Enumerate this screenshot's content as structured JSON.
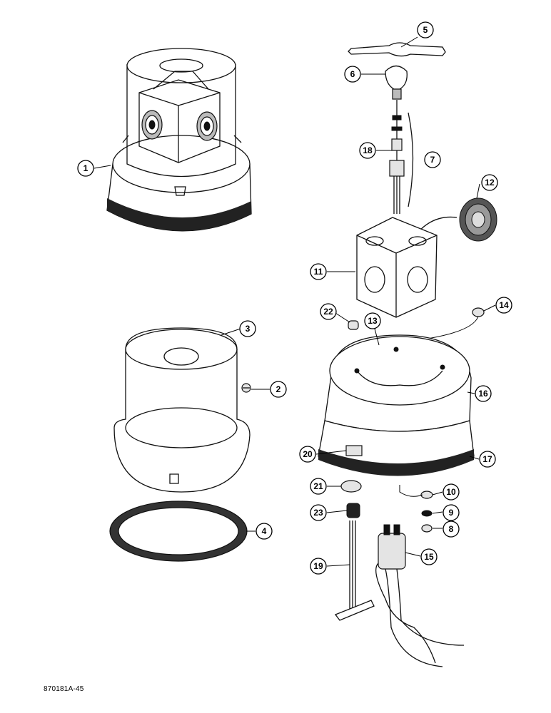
{
  "figure_code": "870181A-45",
  "callouts": [
    {
      "id": "c1",
      "label": "1"
    },
    {
      "id": "c2",
      "label": "2"
    },
    {
      "id": "c3",
      "label": "3"
    },
    {
      "id": "c4",
      "label": "4"
    },
    {
      "id": "c5",
      "label": "5"
    },
    {
      "id": "c6",
      "label": "6"
    },
    {
      "id": "c7",
      "label": "7"
    },
    {
      "id": "c8",
      "label": "8"
    },
    {
      "id": "c9",
      "label": "9"
    },
    {
      "id": "c10",
      "label": "10"
    },
    {
      "id": "c11",
      "label": "11"
    },
    {
      "id": "c12",
      "label": "12"
    },
    {
      "id": "c13",
      "label": "13"
    },
    {
      "id": "c14",
      "label": "14"
    },
    {
      "id": "c15",
      "label": "15"
    },
    {
      "id": "c16",
      "label": "16"
    },
    {
      "id": "c17",
      "label": "17"
    },
    {
      "id": "c18",
      "label": "18"
    },
    {
      "id": "c19",
      "label": "19"
    },
    {
      "id": "c20",
      "label": "20"
    },
    {
      "id": "c21",
      "label": "21"
    },
    {
      "id": "c22",
      "label": "22"
    },
    {
      "id": "c23",
      "label": "23"
    }
  ]
}
